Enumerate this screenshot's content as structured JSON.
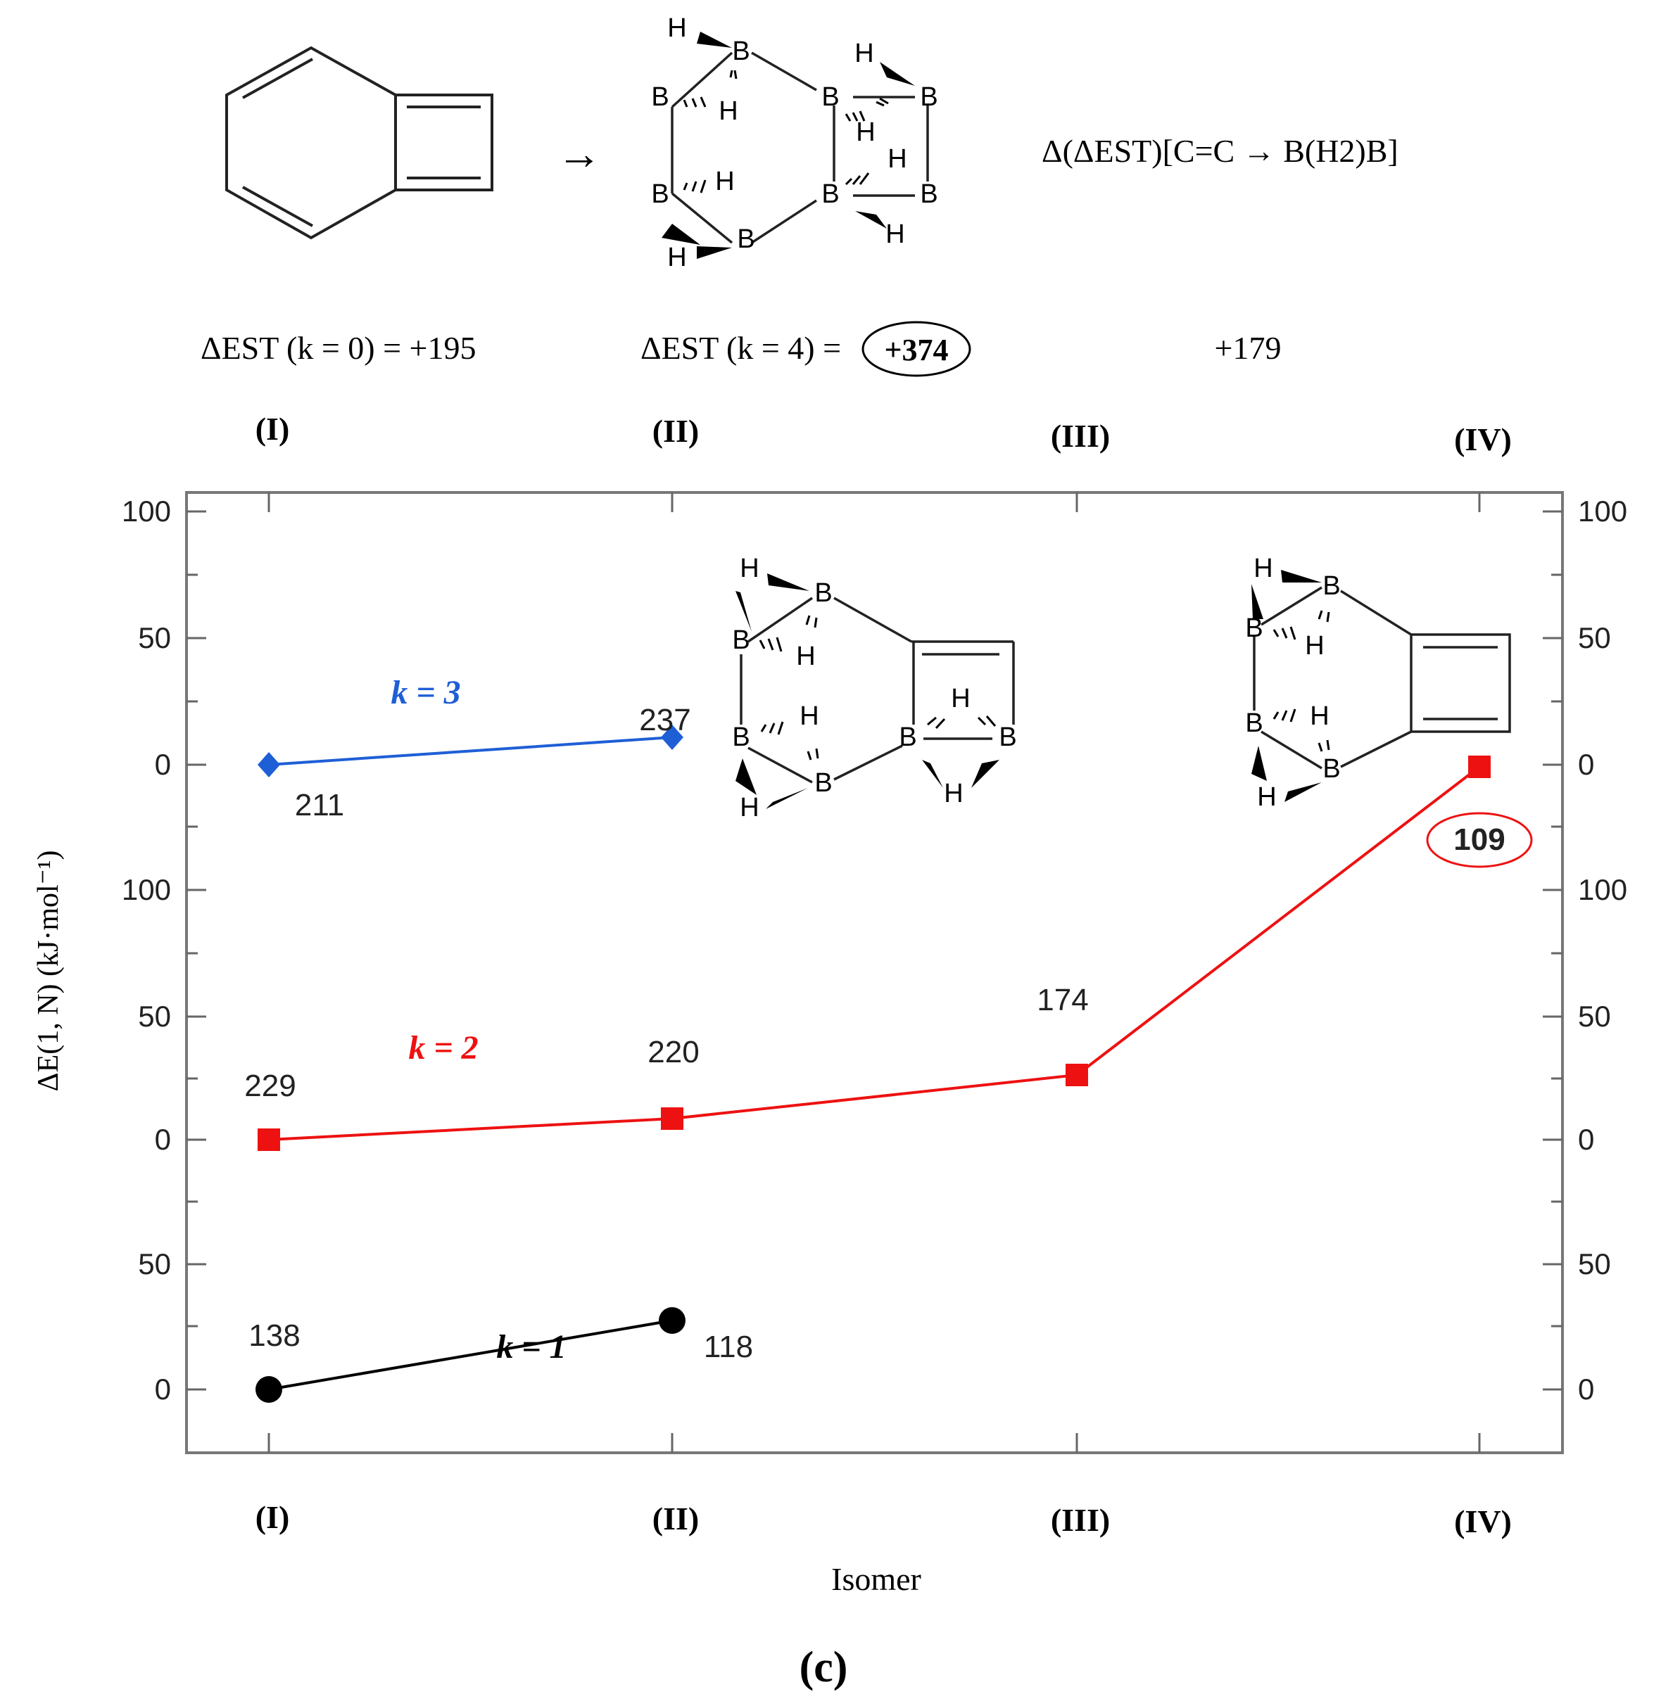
{
  "top": {
    "arrow": "→",
    "delta_label": "Δ(ΔEST)[C=C → B(H2)B]",
    "est_k0": "ΔEST (k = 0) = +195",
    "est_k4_prefix": "ΔEST (k = 4) =",
    "est_k4_value": "+374",
    "delta_value": "+179"
  },
  "panel_label": "(c)",
  "molecule_atoms": {
    "boron": "B",
    "hydrogen": "H"
  },
  "chart_data": {
    "type": "line",
    "categories": [
      "(I)",
      "(II)",
      "(III)",
      "(IV)"
    ],
    "xlabel": "Isomer",
    "ylabel": "ΔE(1, N) (kJ·mol⁻¹)",
    "y_tick_labels": [
      "100",
      "50",
      "0",
      "100",
      "50",
      "0",
      "50",
      "0"
    ],
    "series": [
      {
        "name": "k = 3",
        "color": "#1f5fd6",
        "marker": "diamond",
        "values": [
          211,
          237,
          null,
          null
        ],
        "labels": [
          "211",
          "237",
          "",
          ""
        ]
      },
      {
        "name": "k = 2",
        "color": "#ee1111",
        "marker": "square",
        "values": [
          229,
          220,
          174,
          109
        ],
        "labels": [
          "229",
          "220",
          "174",
          "109"
        ]
      },
      {
        "name": "k = 1",
        "color": "#000000",
        "marker": "circle",
        "values": [
          138,
          118,
          null,
          null
        ],
        "labels": [
          "138",
          "118",
          "",
          ""
        ]
      }
    ],
    "highlighted_value": "109"
  }
}
